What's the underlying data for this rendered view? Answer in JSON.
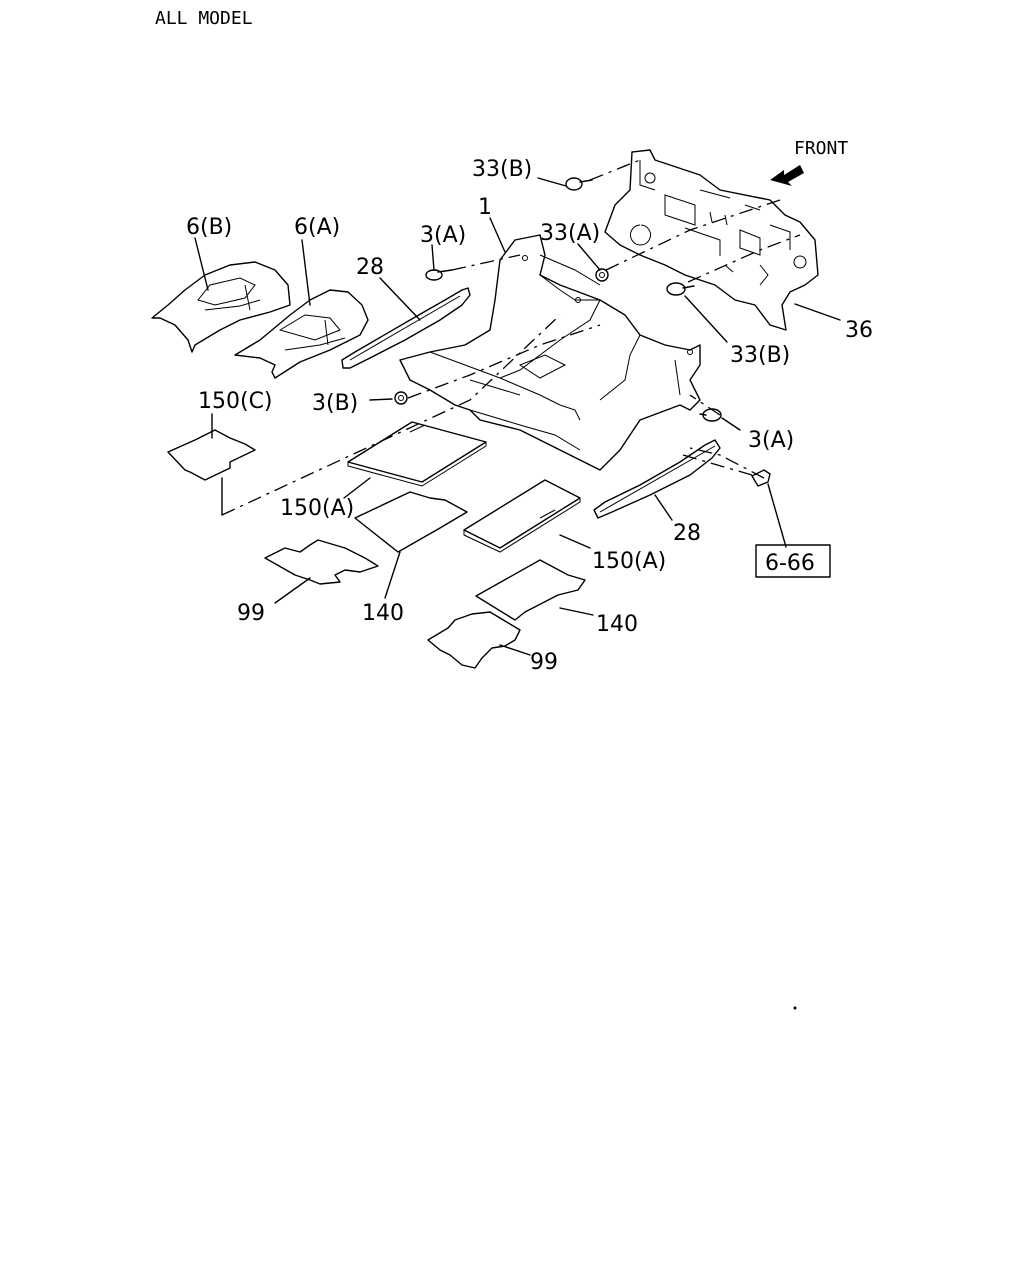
{
  "header": {
    "model": "ALL MODEL"
  },
  "front_label": "FRONT",
  "labels": {
    "c33b_top": "33(B)",
    "c33a": "33(A)",
    "c33b_mid": "33(B)",
    "p36": "36",
    "p1": "1",
    "c3a_top": "3(A)",
    "p6b": "6(B)",
    "p6a": "6(A)",
    "p28_left": "28",
    "c3b": "3(B)",
    "p150c": "150(C)",
    "c3a_right": "3(A)",
    "p150a_left": "150(A)",
    "p28_right": "28",
    "p150a_right": "150(A)",
    "ref_box": "6-66",
    "p99_left": "99",
    "p140_left": "140",
    "p140_right": "140",
    "p99_right": "99"
  }
}
